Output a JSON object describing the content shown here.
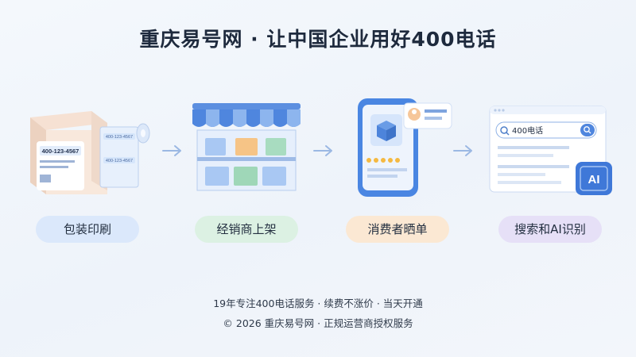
{
  "title": "重庆易号网 · 让中国企业用好400电话",
  "steps": [
    {
      "label": "包装印刷",
      "pill_color": "#dbe8fb"
    },
    {
      "label": "经销商上架",
      "pill_color": "#dcf1e3"
    },
    {
      "label": "消费者晒单",
      "pill_color": "#fbe8d3"
    },
    {
      "label": "搜索和AI识别",
      "pill_color": "#e6e0f7"
    }
  ],
  "illustrations": {
    "package_label": "400-123-4567",
    "tape_label_1": "400-123-4567",
    "tape_label_2": "400-123-4567",
    "search_text": "400电话",
    "ai_badge": "AI"
  },
  "footer": {
    "line1": "19年专注400电话服务 · 续费不涨价 · 当天开通",
    "line2": "© 2026 重庆易号网 · 正规运营商授权服务"
  },
  "icons": [
    "package-icon",
    "store-icon",
    "phone-review-icon",
    "search-ai-icon",
    "arrow-right-icon"
  ],
  "colors": {
    "accent": "#3b82f6",
    "title": "#1e2a3d"
  }
}
